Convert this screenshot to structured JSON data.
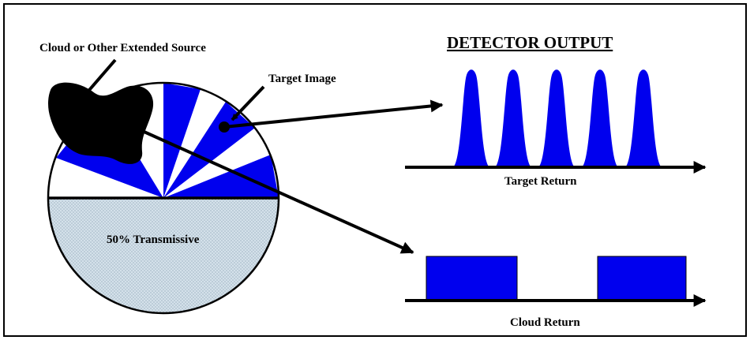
{
  "labels": {
    "cloud_source": "Cloud or Other Extended Source",
    "target_image": "Target Image",
    "transmissive": "50% Transmissive",
    "detector_output": "DETECTOR OUTPUT",
    "target_return": "Target Return",
    "cloud_return": "Cloud Return"
  },
  "colors": {
    "background": "#ffffff",
    "border": "#000000",
    "blade_fill": "#0000ee",
    "transmissive_fill": "#d4e1ea",
    "ink": "#000000"
  },
  "icons": {
    "cloud": "cloud-blob-icon",
    "target": "target-dot-icon"
  }
}
